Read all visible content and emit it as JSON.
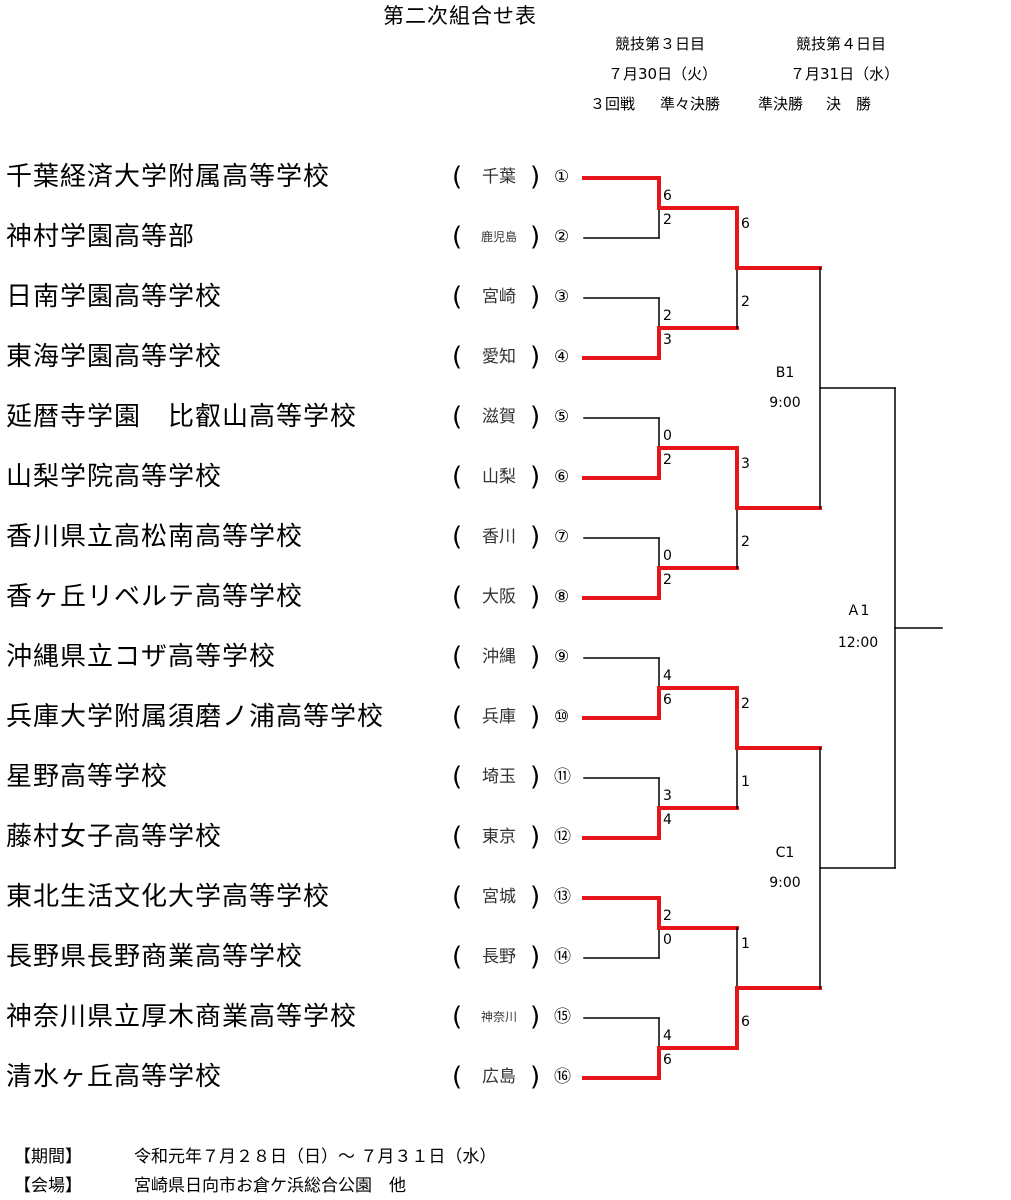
{
  "title": "第二次組合せ表",
  "schedule": {
    "day3": {
      "label": "競技第３日目",
      "date": "７月30日（火）"
    },
    "day4": {
      "label": "競技第４日目",
      "date": "７月31日（水）"
    },
    "rounds": [
      "３回戦",
      "準々決勝",
      "準決勝",
      "決　勝"
    ]
  },
  "teams": [
    {
      "seed": "①",
      "name": "千葉経済大学附属高等学校",
      "prefecture": "千葉"
    },
    {
      "seed": "②",
      "name": "神村学園高等部",
      "prefecture": "鹿児島"
    },
    {
      "seed": "③",
      "name": "日南学園高等学校",
      "prefecture": "宮崎"
    },
    {
      "seed": "④",
      "name": "東海学園高等学校",
      "prefecture": "愛知"
    },
    {
      "seed": "⑤",
      "name": "延暦寺学園　比叡山高等学校",
      "prefecture": "滋賀"
    },
    {
      "seed": "⑥",
      "name": "山梨学院高等学校",
      "prefecture": "山梨"
    },
    {
      "seed": "⑦",
      "name": "香川県立高松南高等学校",
      "prefecture": "香川"
    },
    {
      "seed": "⑧",
      "name": "香ヶ丘リベルテ高等学校",
      "prefecture": "大阪"
    },
    {
      "seed": "⑨",
      "name": "沖縄県立コザ高等学校",
      "prefecture": "沖縄"
    },
    {
      "seed": "⑩",
      "name": "兵庫大学附属須磨ノ浦高等学校",
      "prefecture": "兵庫"
    },
    {
      "seed": "⑪",
      "name": "星野高等学校",
      "prefecture": "埼玉"
    },
    {
      "seed": "⑫",
      "name": "藤村女子高等学校",
      "prefecture": "東京"
    },
    {
      "seed": "⑬",
      "name": "東北生活文化大学高等学校",
      "prefecture": "宮城"
    },
    {
      "seed": "⑭",
      "name": "長野県長野商業高等学校",
      "prefecture": "長野"
    },
    {
      "seed": "⑮",
      "name": "神奈川県立厚木商業高等学校",
      "prefecture": "神奈川"
    },
    {
      "seed": "⑯",
      "name": "清水ヶ丘高等学校",
      "prefecture": "広島"
    }
  ],
  "round3": [
    {
      "top_score": "6",
      "bottom_score": "2",
      "winner": "top"
    },
    {
      "top_score": "2",
      "bottom_score": "3",
      "winner": "bottom"
    },
    {
      "top_score": "0",
      "bottom_score": "2",
      "winner": "bottom"
    },
    {
      "top_score": "0",
      "bottom_score": "2",
      "winner": "bottom"
    },
    {
      "top_score": "4",
      "bottom_score": "6",
      "winner": "bottom"
    },
    {
      "top_score": "3",
      "bottom_score": "4",
      "winner": "bottom"
    },
    {
      "top_score": "2",
      "bottom_score": "0",
      "winner": "top"
    },
    {
      "top_score": "4",
      "bottom_score": "6",
      "winner": "bottom"
    }
  ],
  "quarterfinals": [
    {
      "top_score": "6",
      "bottom_score": "2",
      "winner": "top"
    },
    {
      "top_score": "3",
      "bottom_score": "2",
      "winner": "top"
    },
    {
      "top_score": "2",
      "bottom_score": "1",
      "winner": "top"
    },
    {
      "top_score": "1",
      "bottom_score": "6",
      "winner": "bottom"
    }
  ],
  "semifinals": [
    {
      "label": "B1",
      "time": "9:00"
    },
    {
      "label": "C1",
      "time": "9:00"
    }
  ],
  "final": {
    "label": "Ａ1",
    "time": "12:00"
  },
  "colors": {
    "winner_line": "#e8141c",
    "line": "#000000"
  },
  "footer": {
    "period_label": "【期間】",
    "period_value": "令和元年７月２８日（日）～ ７月３１日（水）",
    "venue_label": "【会場】",
    "venue_value": "宮崎県日向市お倉ケ浜総合公園　他"
  }
}
